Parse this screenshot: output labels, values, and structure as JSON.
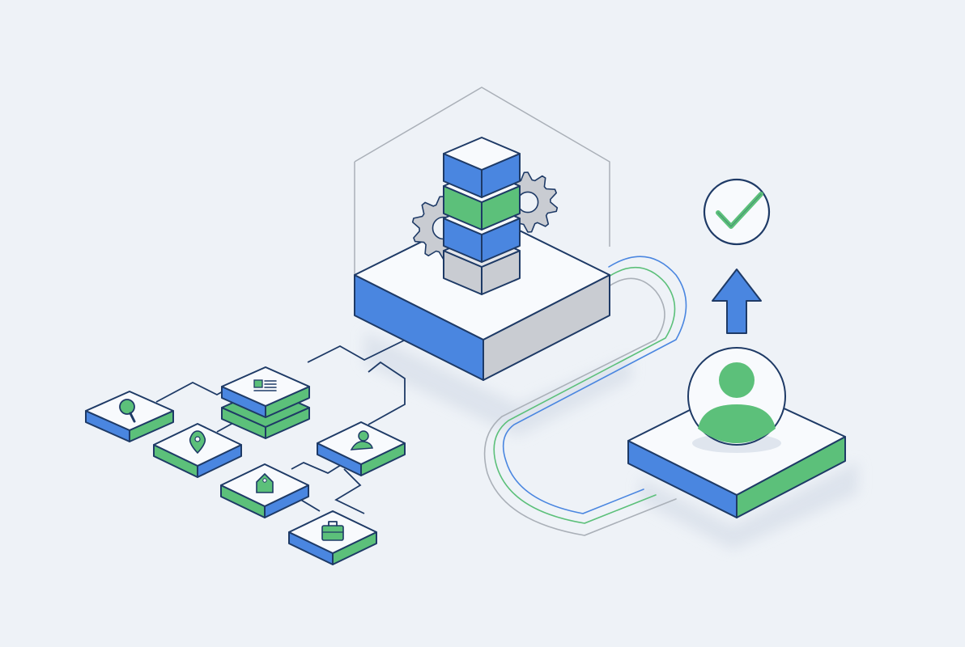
{
  "colors": {
    "background": "#eef2f7",
    "outline": "#1e3a66",
    "blue": "#4a86e0",
    "green": "#5cc07a",
    "top_face": "#f8fafd",
    "grey": "#c9ccd2",
    "thin_line": "#aab0b8",
    "shadow": "#d9e0ea"
  },
  "source_tiles": [
    {
      "icon": "search-icon",
      "side_color": "blue"
    },
    {
      "icon": "map-pin-icon",
      "side_color": "green"
    },
    {
      "icon": "price-tag-icon",
      "side_color": "green"
    },
    {
      "icon": "briefcase-icon",
      "side_color": "blue"
    },
    {
      "icon": "person-icon",
      "side_color": "blue"
    },
    {
      "icon": "document-icon",
      "side_color": "blue"
    }
  ],
  "hub": {
    "stack_layers": [
      "blue",
      "green",
      "blue",
      "grey"
    ],
    "icon": "gear-icon"
  },
  "user_platform": {
    "icon": "user-avatar-icon"
  },
  "result": {
    "arrow_icon": "arrow-up-icon",
    "status_icon": "checkmark-icon"
  }
}
